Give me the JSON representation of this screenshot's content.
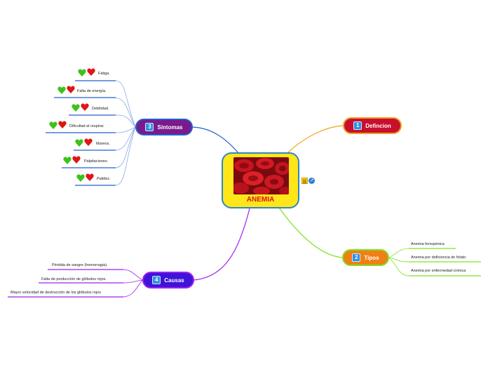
{
  "central": {
    "title": "ANEMIA",
    "image": "red-blood-cells-image"
  },
  "central_icons": [
    "notes-icon",
    "link-icon"
  ],
  "branches": {
    "definicion": {
      "number": "1",
      "label": "Defincion",
      "color": "#c8102e",
      "line": "#f0a020"
    },
    "tipos": {
      "number": "2",
      "label": "Tipos",
      "color": "#f07f16",
      "line": "#80e020",
      "items": [
        "Anemia ferropénica",
        "Anemia por deficiencia de folato",
        "Anemia por enfermedad crónica"
      ]
    },
    "sintomas": {
      "number": "3",
      "label": "Síntomas",
      "color": "#7a1a8c",
      "line": "#2060d0",
      "items": [
        "Fatiga.",
        "Falta de energía.",
        "Debilidad.",
        "Dificultad al respirar.",
        "Mareos.",
        "Palpitaciones.",
        "Palidez."
      ],
      "item_icons": [
        "green-heart-icon",
        "red-heart-icon"
      ]
    },
    "causas": {
      "number": "4",
      "label": "Causas",
      "color": "#3d14d8",
      "line": "#a020f0",
      "items": [
        "Pérdida de sangre (hemorragia).",
        "Falta de producción de glóbulos rojos.",
        "Mayor velocidad de destrucción de los glóbulos rojos"
      ]
    }
  }
}
